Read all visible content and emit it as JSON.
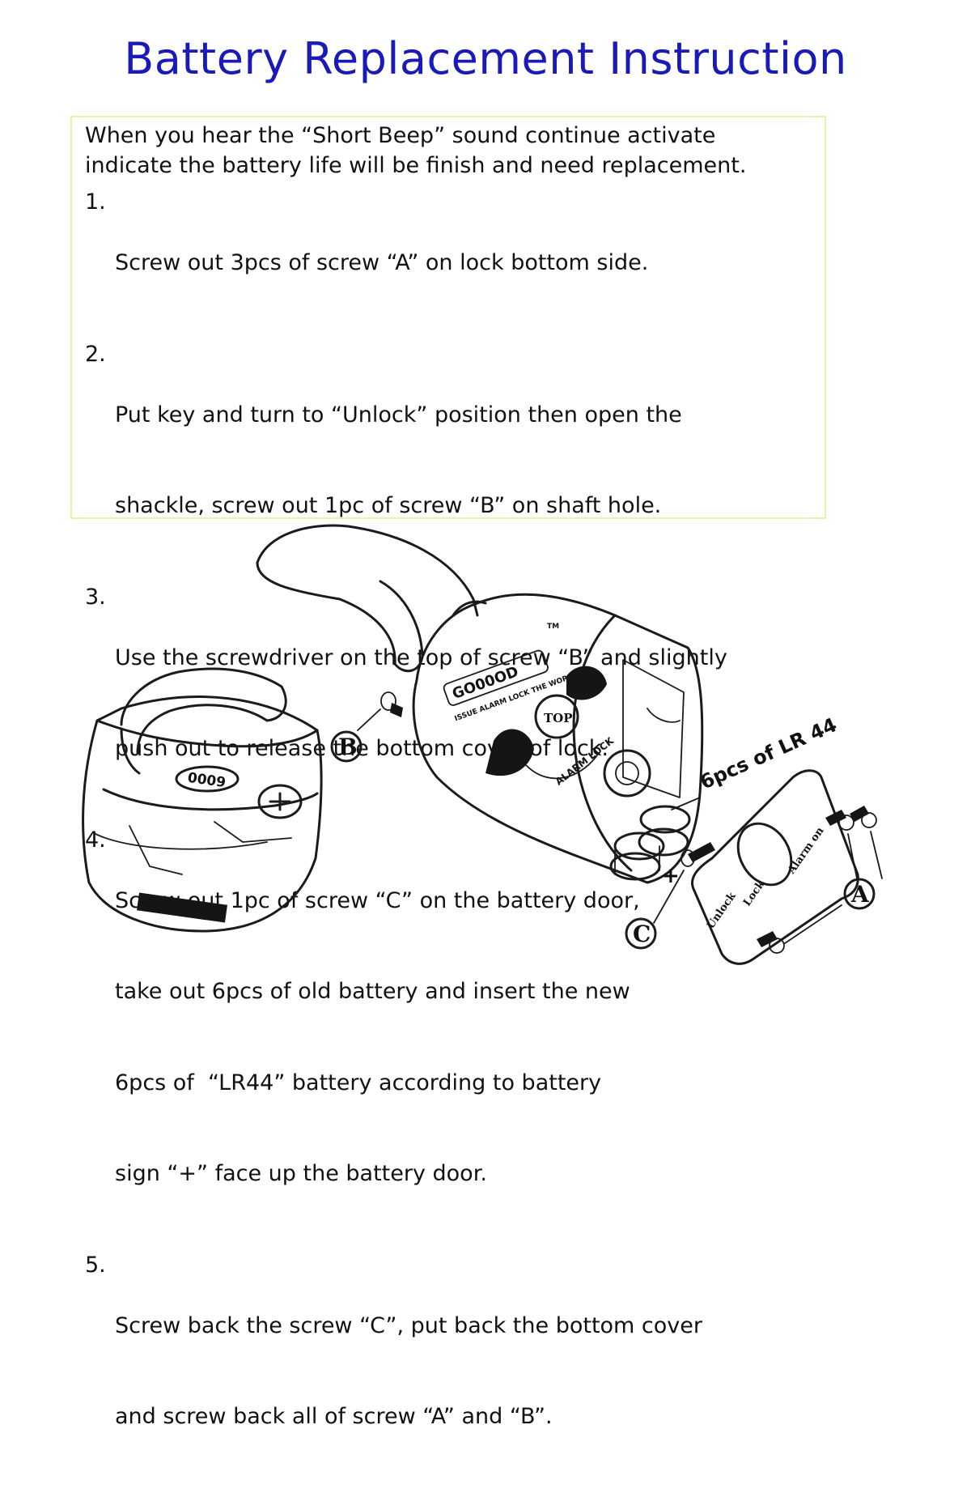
{
  "title": "Battery Replacement Instruction",
  "intro": [
    "When you hear the “Short Beep” sound continue activate",
    "indicate the battery life will be finish and need replacement."
  ],
  "steps": [
    {
      "num": "1.",
      "lines": [
        "Screw out 3pcs of screw “A” on lock bottom side."
      ]
    },
    {
      "num": "2.",
      "lines": [
        "Put key and turn to “Unlock” position then open the",
        "shackle, screw out 1pc of screw “B” on shaft hole."
      ]
    },
    {
      "num": "3.",
      "lines": [
        "Use the screwdriver on the top of screw “B” and slightly",
        "push out to release the bottom cover of lock."
      ]
    },
    {
      "num": "4.",
      "lines": [
        "Screw out 1pc of screw “C” on the battery door,",
        "take out 6pcs of old battery and insert the new",
        "6pcs of  “LR44” battery according to battery",
        "sign “+” face up the battery door."
      ]
    },
    {
      "num": "5.",
      "lines": [
        "Screw back the screw “C”, put back the bottom cover",
        "and screw back all of screw “A” and “B”."
      ]
    }
  ],
  "diagram": {
    "callout_a": "A",
    "callout_b": "B",
    "callout_c": "C",
    "battery_label": "6pcs of LR 44",
    "plus_sign": "+",
    "tm_mark": "TM",
    "digits_small_lock": "0009",
    "digits_large_lock": "GO00OD",
    "brand_line": "ISSUE ALARM LOCK THE WORLD",
    "emblem_text": "TOP",
    "alarm_lock_text": "ALARM LOCK",
    "switch_unlock": "Unlock",
    "switch_lock": "Lock",
    "switch_alarm_on": "Alarm on",
    "colors": {
      "title": "#1a1ab8",
      "box_border": "#f2f0a6",
      "text": "#111111",
      "line_art": "#1b1b1b"
    }
  }
}
